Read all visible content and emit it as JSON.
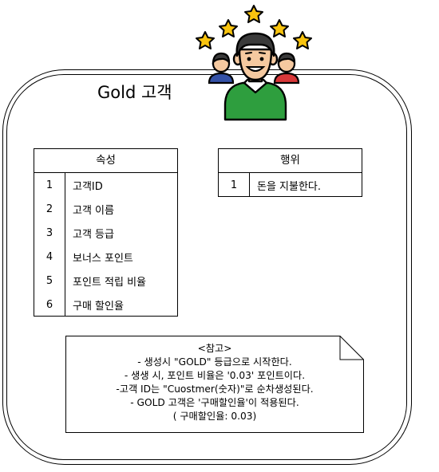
{
  "title": "Gold 고객",
  "attributes": {
    "header": "속성",
    "rows": [
      {
        "num": "1",
        "label": "고객ID"
      },
      {
        "num": "2",
        "label": "고객 이름"
      },
      {
        "num": "3",
        "label": "고객 등급"
      },
      {
        "num": "4",
        "label": "보너스 포인트"
      },
      {
        "num": "5",
        "label": "포인트 적립 비율"
      },
      {
        "num": "6",
        "label": "구매 할인율"
      }
    ]
  },
  "behaviors": {
    "header": "행위",
    "rows": [
      {
        "num": "1",
        "label": "돈을 지불한다."
      }
    ]
  },
  "note": {
    "lines": [
      "<참고>",
      "- 생성시 \"GOLD\" 등급으로 시작한다.",
      "- 생생 시, 포인트 비율은 '0.03' 포인트이다.",
      "-고객 ID는 \"Cuostmer(숫자)\"로 순차생성된다.",
      "- GOLD 고객은 '구매할인율'이 적용된다.",
      "( 구매할인율: 0.03)"
    ]
  },
  "icon": {
    "name": "customer-with-stars-icon",
    "colors": {
      "star": "#F9C40F",
      "shirt": "#2E9E3E",
      "skin": "#F5C9A0",
      "hair": "#3A3A3A",
      "left_person": "#3451A6",
      "right_person": "#D9383A"
    }
  }
}
